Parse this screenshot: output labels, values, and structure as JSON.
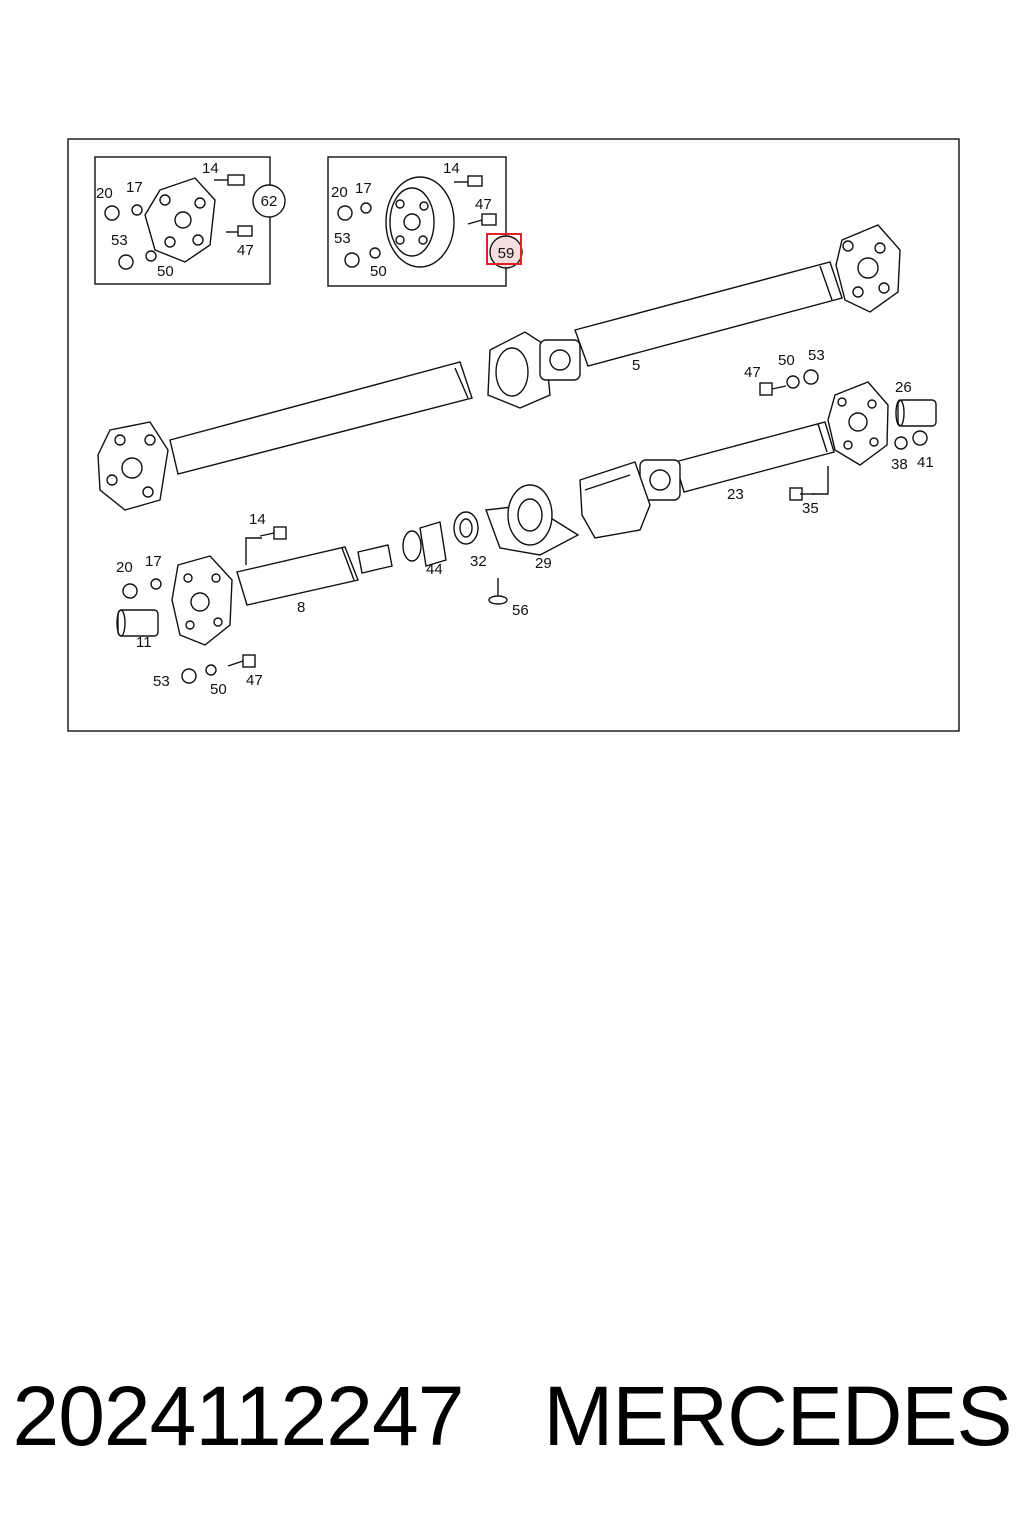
{
  "caption": {
    "part_number": "2024112247",
    "brand": "MERCEDES"
  },
  "inset_left": {
    "labels": [
      "14",
      "20",
      "17",
      "53",
      "50",
      "47"
    ],
    "variant": "62"
  },
  "inset_right": {
    "labels": [
      "14",
      "20",
      "17",
      "47",
      "53",
      "50"
    ],
    "variant": "59",
    "variant_highlighted": true
  },
  "callouts": {
    "c5": "5",
    "c47": "47",
    "c50": "50",
    "c53": "53",
    "c26": "26",
    "c38": "38",
    "c41": "41",
    "c23": "23",
    "c35": "35",
    "c14": "14",
    "c20": "20",
    "c17": "17",
    "c11": "11",
    "c8": "8",
    "c44": "44",
    "c32": "32",
    "c29": "29",
    "c56": "56",
    "c53b": "53",
    "c50b": "50",
    "c47b": "47"
  },
  "colors": {
    "highlight": "#e0202a",
    "highlight_fill": "#f6dede",
    "line": "#111111"
  }
}
